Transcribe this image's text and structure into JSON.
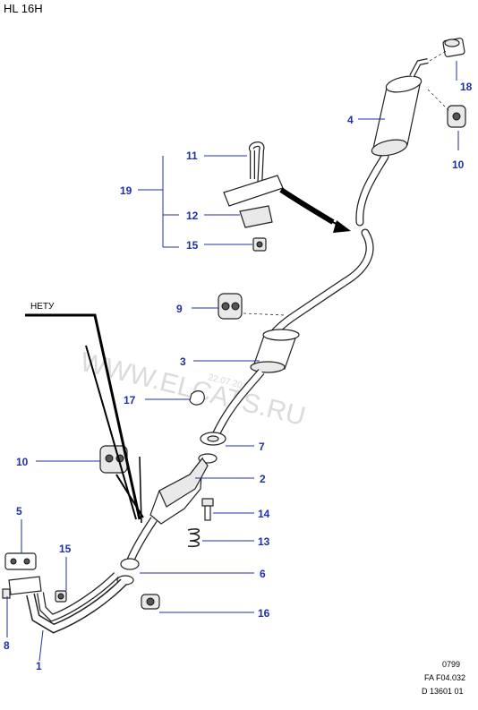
{
  "header": {
    "title": "HL 16H"
  },
  "note": {
    "text": "НЕТУ"
  },
  "watermark": {
    "text": "WWW.ELCATS.RU",
    "date": "22.07.2013"
  },
  "footer": {
    "line1": "0799",
    "line2": "FA F04.032",
    "line3": "D 13601 01"
  },
  "callouts": {
    "c1": "1",
    "c2": "2",
    "c3": "3",
    "c4": "4",
    "c5": "5",
    "c6": "6",
    "c7": "7",
    "c8": "8",
    "c9": "9",
    "c10a": "10",
    "c10b": "10",
    "c11": "11",
    "c12": "12",
    "c13": "13",
    "c14": "14",
    "c15a": "15",
    "c15b": "15",
    "c16": "16",
    "c17": "17",
    "c18": "18",
    "c19": "19"
  },
  "colors": {
    "callout": "#1f2fa8",
    "watermark": "#bdbdbd"
  }
}
